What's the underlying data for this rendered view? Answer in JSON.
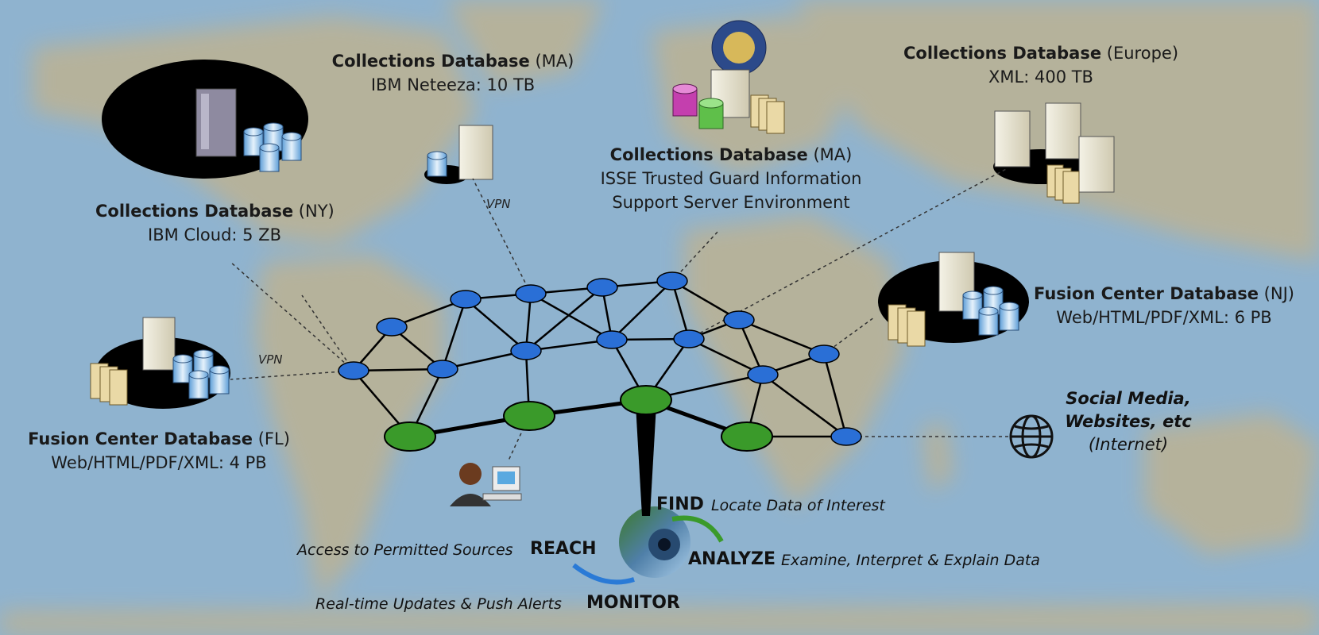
{
  "diagram": {
    "databases": [
      {
        "id": "ny",
        "name": "Collections Database",
        "location": "(NY)",
        "detail": "IBM Cloud: 5 ZB"
      },
      {
        "id": "ma1",
        "name": "Collections Database",
        "location": "(MA)",
        "detail": "IBM Neteeza: 10 TB"
      },
      {
        "id": "ma2",
        "name": "Collections Database",
        "location": "(MA)",
        "detail1": "ISSE Trusted Guard Information",
        "detail2": "Support Server Environment"
      },
      {
        "id": "eu",
        "name": "Collections Database",
        "location": "(Europe)",
        "detail": "XML: 400 TB"
      },
      {
        "id": "nj",
        "name": "Fusion Center Database",
        "location": "(NJ)",
        "detail": "Web/HTML/PDF/XML: 6 PB"
      },
      {
        "id": "fl",
        "name": "Fusion Center Database",
        "location": "(FL)",
        "detail": "Web/HTML/PDF/XML: 4 PB"
      }
    ],
    "vpn_labels": [
      "VPN",
      "VPN"
    ],
    "internet": {
      "line1": "Social Media,",
      "line2": "Websites, etc",
      "line3": "(Internet)"
    },
    "cycle": {
      "find": "FIND",
      "find_desc": "Locate Data of Interest",
      "reach": "REACH",
      "reach_desc": "Access to Permitted Sources",
      "analyze": "ANALYZE",
      "analyze_desc": "Examine, Interpret & Explain Data",
      "monitor": "MONITOR",
      "monitor_desc": "Real-time Updates & Push Alerts"
    },
    "colors": {
      "node_blue": "#2a6fd6",
      "node_green": "#3a9a2a",
      "ocean": "#8fb3cf",
      "land": "#b9b39a"
    }
  }
}
